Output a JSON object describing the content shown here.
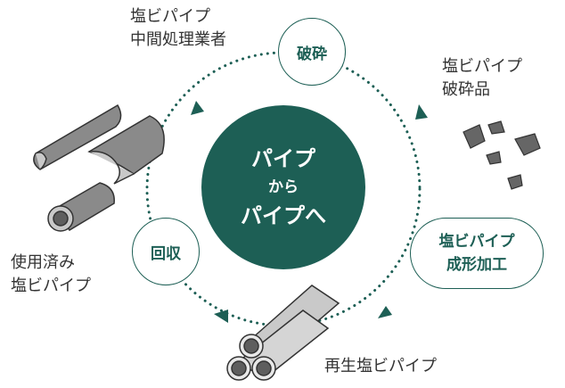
{
  "center": {
    "line1": "パイプ",
    "line2": "から",
    "line3": "パイプへ"
  },
  "nodes": {
    "crush": "破砕",
    "collect": "回収",
    "forming": {
      "line1": "塩ビパイプ",
      "line2": "成形加工"
    }
  },
  "labels": {
    "processor": {
      "line1": "塩ビパイプ",
      "line2": "中間処理業者"
    },
    "crushed_product": {
      "line1": "塩ビパイプ",
      "line2": "破砕品"
    },
    "used_pipe": {
      "line1": "使用済み",
      "line2": "塩ビパイプ"
    },
    "recycled_pipe": "再生塩ビパイプ"
  },
  "colors": {
    "primary": "#1d5f55",
    "pipe_gray": "#8a8a8a",
    "pipe_light": "#c9c9c9",
    "text": "#333333"
  }
}
